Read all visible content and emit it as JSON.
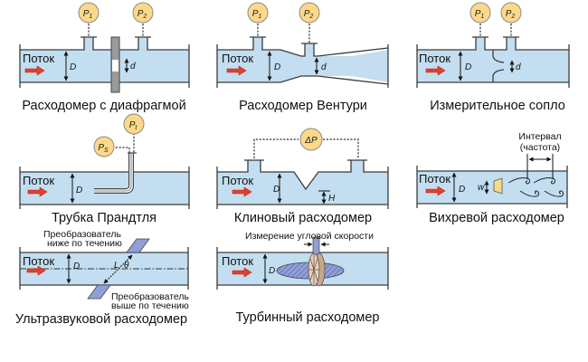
{
  "title": "Типы расходомеров",
  "flow_label": "Поток",
  "colors": {
    "pipe_fill": "#c3def1",
    "gauge_fill": "#fbd989",
    "flow_arrow": "#e2402b",
    "transducer": "#8f9fd8",
    "vortex_body": "#f8d98a",
    "turbine_rotor": "#b89a7a"
  },
  "meters": [
    {
      "id": "orifice",
      "caption": "Расходомер с диафрагмой",
      "gauges": [
        "P",
        "P"
      ],
      "gauge_subs": [
        "1",
        "2"
      ],
      "dims": {
        "pipe": "D",
        "throat": "d"
      }
    },
    {
      "id": "venturi",
      "caption": "Расходомер Вентури",
      "gauges": [
        "P",
        "P"
      ],
      "gauge_subs": [
        "1",
        "2"
      ],
      "dims": {
        "pipe": "D",
        "throat": "d"
      }
    },
    {
      "id": "nozzle",
      "caption": "Измерительное сопло",
      "gauges": [
        "P",
        "P"
      ],
      "gauge_subs": [
        "1",
        "2"
      ],
      "dims": {
        "pipe": "D",
        "throat": "d"
      }
    },
    {
      "id": "pitot",
      "caption": "Трубка Прандтля",
      "gauges": [
        "P",
        "P"
      ],
      "gauge_subs": [
        "S",
        "t"
      ],
      "dims": {
        "pipe": "D"
      }
    },
    {
      "id": "wedge",
      "caption": "Клиновый расходомер",
      "gauges": [
        "ΔP"
      ],
      "dims": {
        "pipe": "D",
        "gap": "H"
      }
    },
    {
      "id": "vortex",
      "caption": "Вихревой расходомер",
      "dims": {
        "pipe": "D",
        "bluff": "w"
      },
      "note_line1": "Интервал",
      "note_line2": "(частота)"
    },
    {
      "id": "ultrasonic",
      "caption": "Ультразвуковой расходомер",
      "dims": {
        "pipe": "D",
        "path": "L",
        "angle": "θ"
      },
      "note_top_line1": "Преобразователь",
      "note_top_line2": "ниже по течению",
      "note_bottom_line1": "Преобразователь",
      "note_bottom_line2": "выше по течению"
    },
    {
      "id": "turbine",
      "caption": "Турбинный расходомер",
      "dims": {
        "pipe": "D"
      },
      "note": "Измерение угловой скорости"
    }
  ]
}
